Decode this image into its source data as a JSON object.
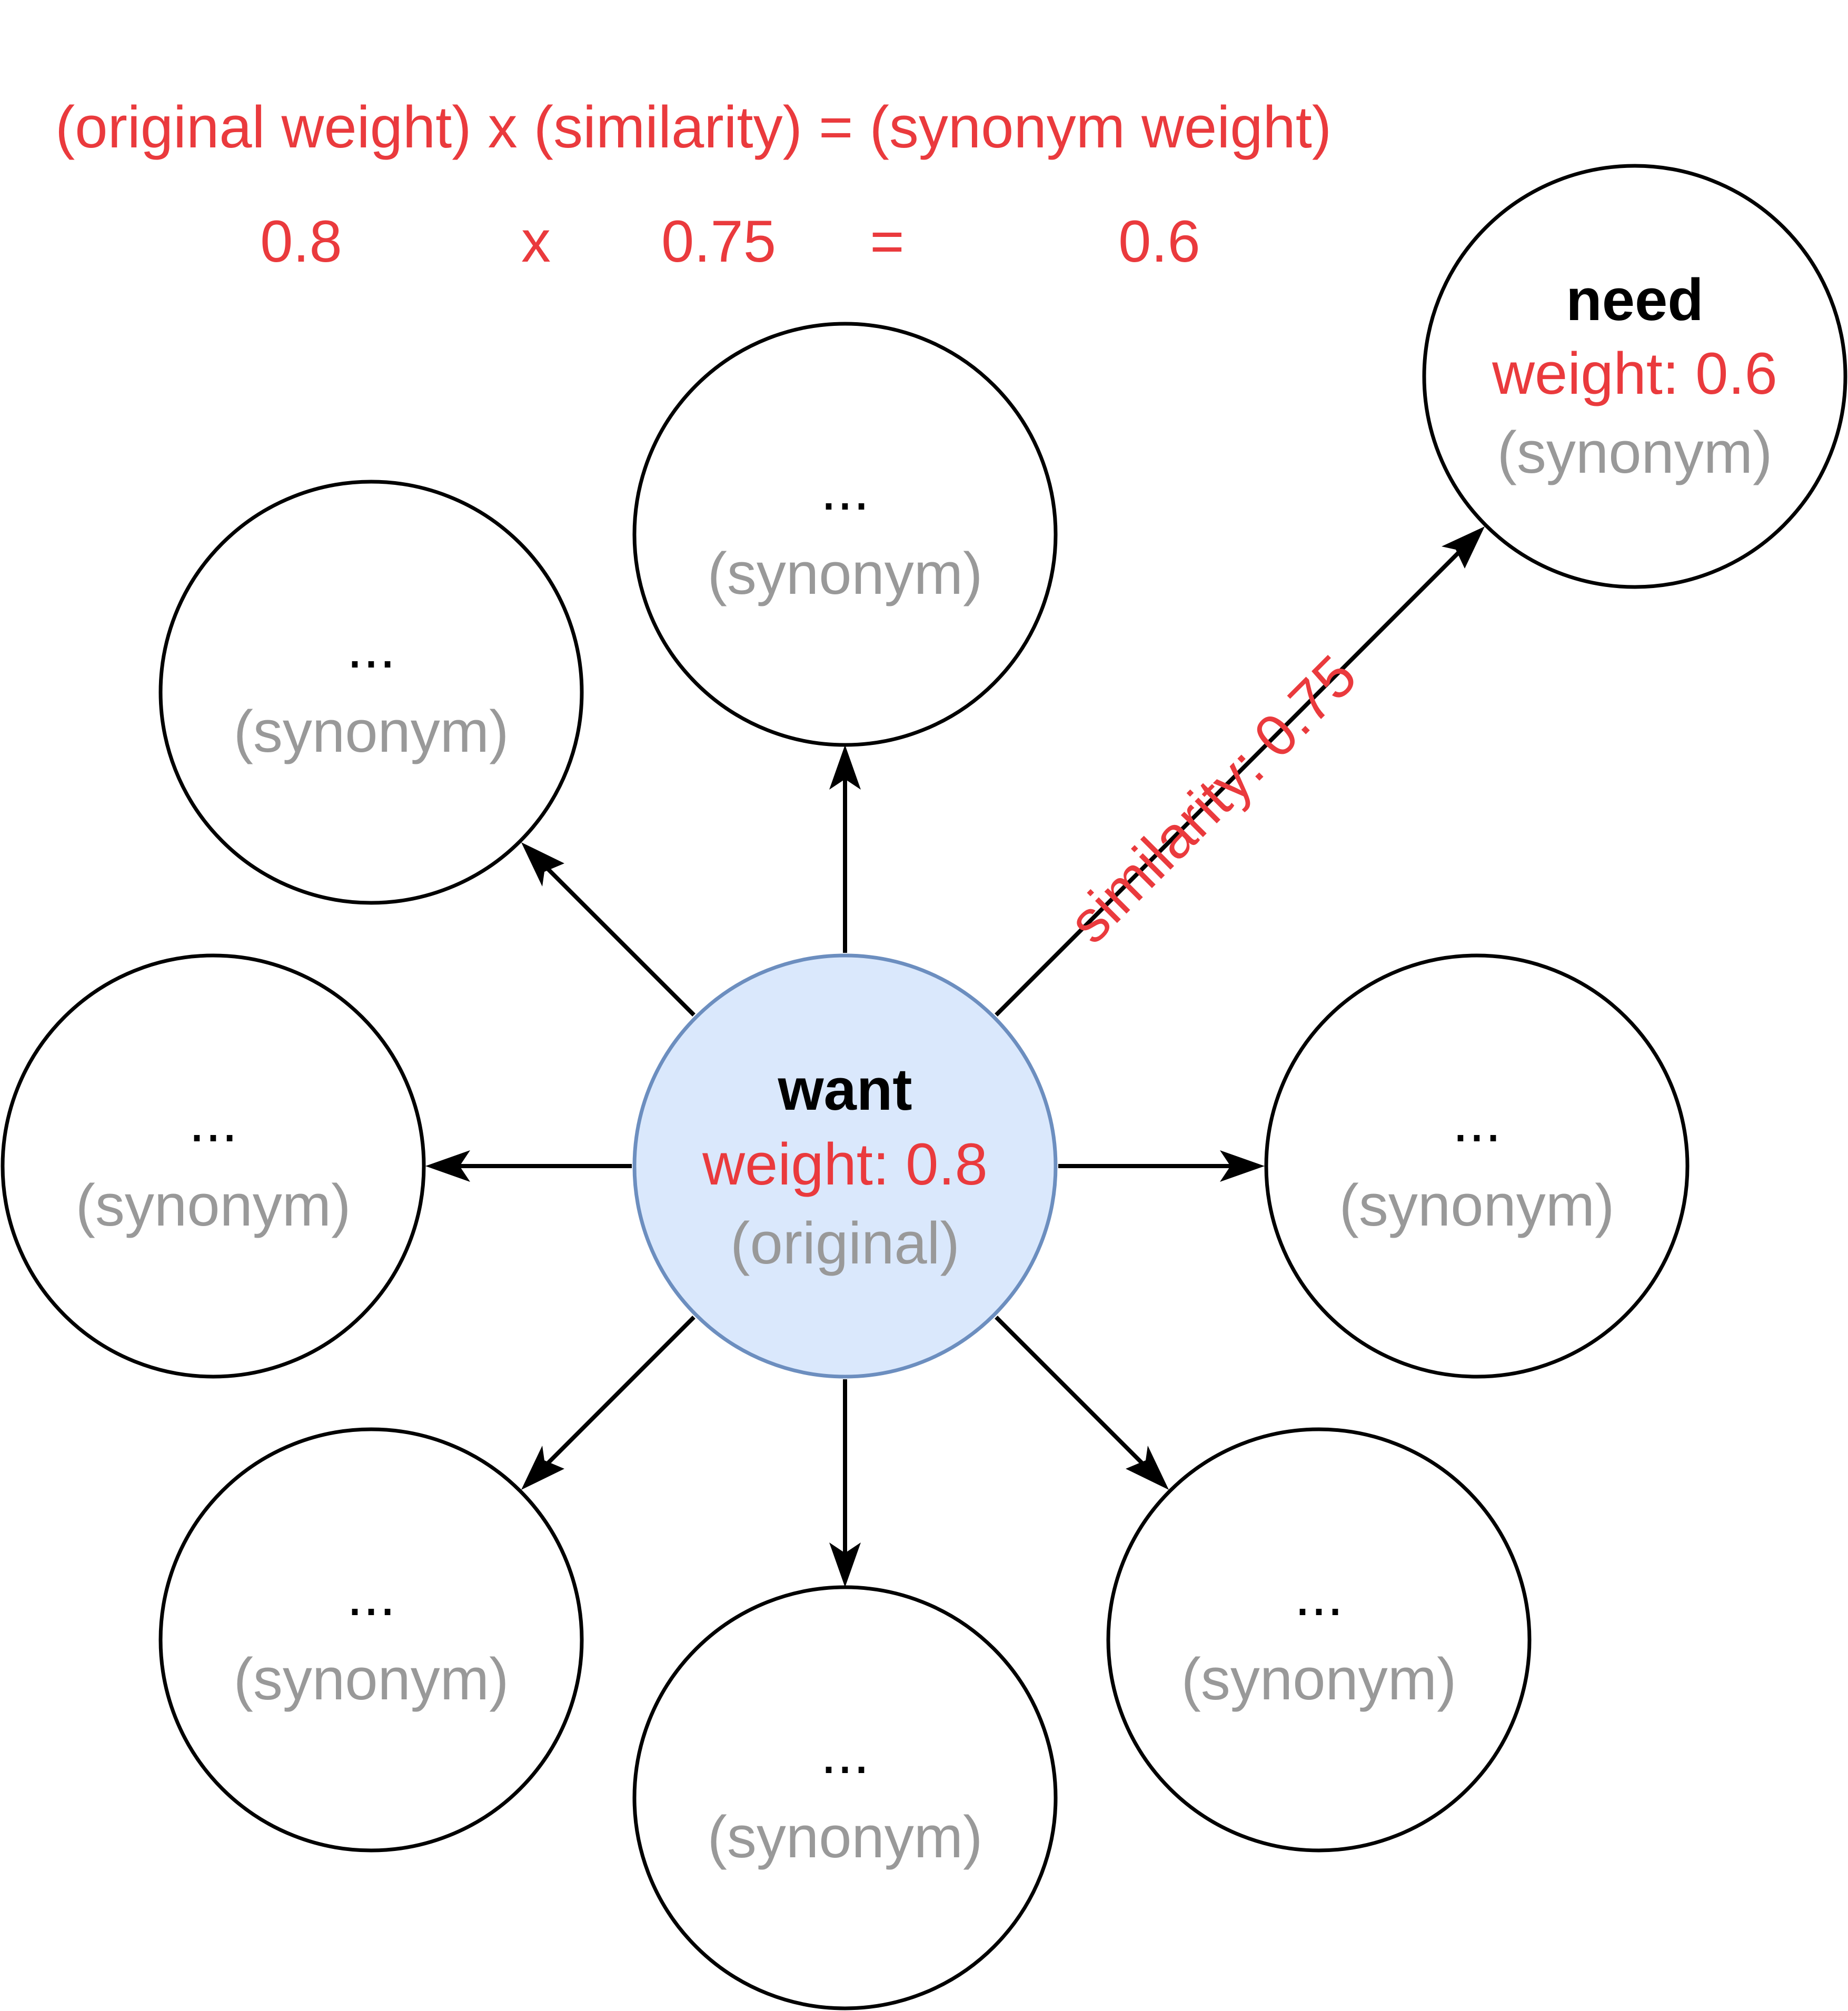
{
  "formula": {
    "header": "(original weight) x (similarity) = (synonym weight)",
    "original_weight": "0.8",
    "times": "x",
    "similarity": "0.75",
    "equals": "=",
    "synonym_weight": "0.6"
  },
  "colors": {
    "accent_red": "#ea3a3d",
    "muted_grey": "#999999",
    "center_fill": "#dae8fc",
    "center_stroke": "#6c8ebf",
    "outline": "#000000"
  },
  "center_node": {
    "word": "want",
    "weight_label": "weight: 0.8",
    "role": "(original)"
  },
  "target_node": {
    "word": "need",
    "weight_label": "weight: 0.6",
    "role": "(synonym)"
  },
  "edge_label": "similarity: 0.75",
  "placeholder_nodes": [
    {
      "word": "...",
      "role": "(synonym)"
    },
    {
      "word": "...",
      "role": "(synonym)"
    },
    {
      "word": "...",
      "role": "(synonym)"
    },
    {
      "word": "...",
      "role": "(synonym)"
    },
    {
      "word": "...",
      "role": "(synonym)"
    },
    {
      "word": "...",
      "role": "(synonym)"
    },
    {
      "word": "...",
      "role": "(synonym)"
    }
  ]
}
